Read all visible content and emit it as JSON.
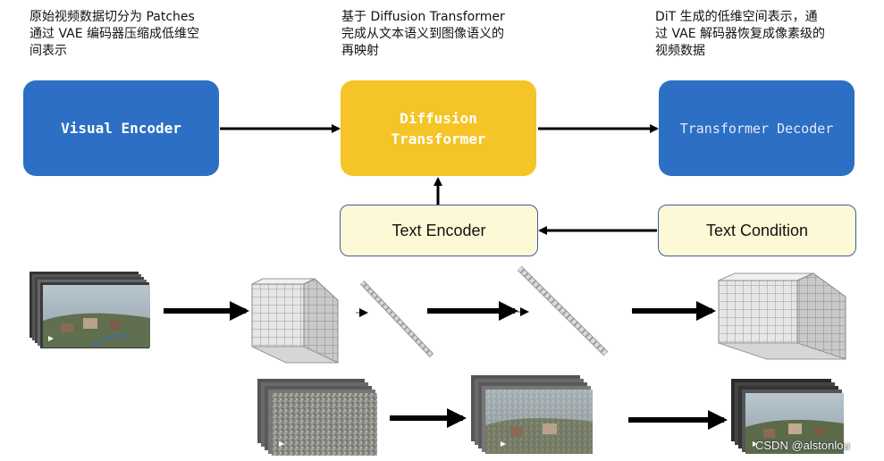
{
  "captions": {
    "left": [
      "原始视频数据切分为 Patches",
      "通过 VAE 编码器压缩成低维空",
      "间表示"
    ],
    "middle": [
      "基于 Diffusion Transformer",
      "完成从文本语义到图像语义的",
      "再映射"
    ],
    "right": [
      "DiT 生成的低维空间表示，通",
      "过 VAE 解码器恢复成像素级的",
      "视频数据"
    ]
  },
  "boxes": {
    "visual_encoder": "Visual Encoder",
    "diffusion_transformer": "Diffusion\nTransformer",
    "transformer_decoder": "Transformer Decoder",
    "text_encoder": "Text Encoder",
    "text_condition": "Text Condition"
  },
  "watermark": "CSDN @alstonlou",
  "colors": {
    "blue": "#2c6fc4",
    "yellow": "#f5c427",
    "cream": "#fdf9d6"
  }
}
